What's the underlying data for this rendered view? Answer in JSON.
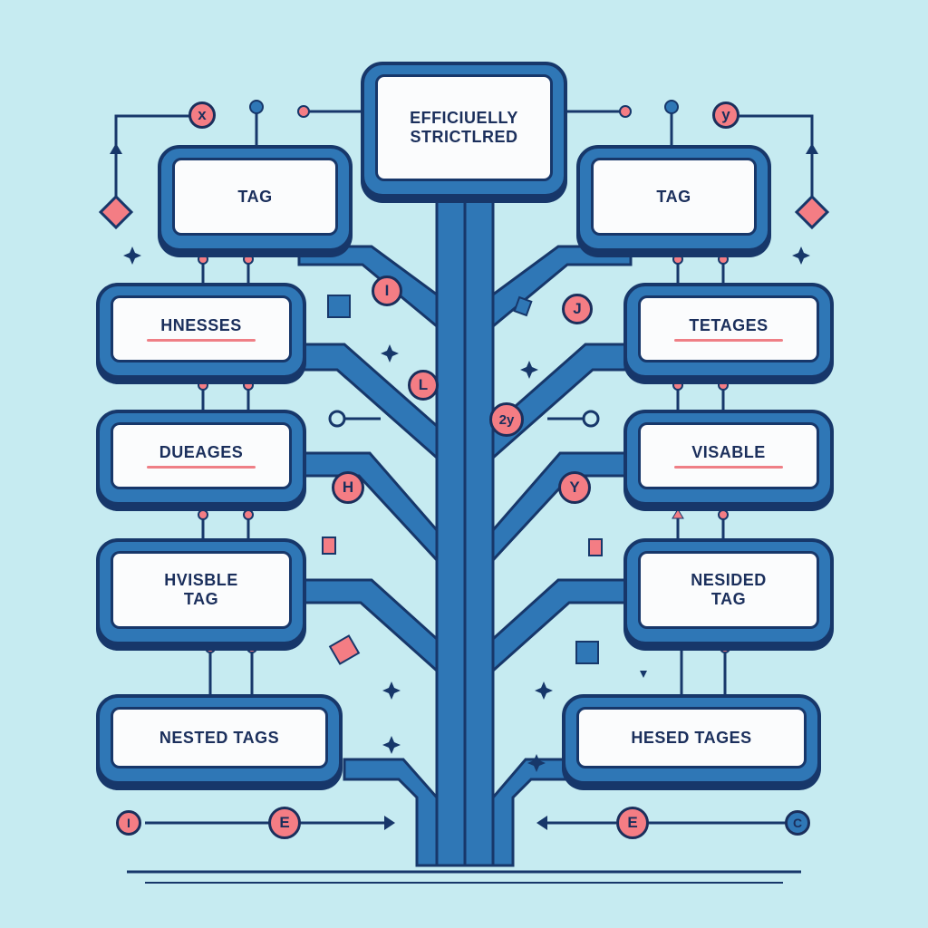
{
  "diagram": {
    "title": {
      "line1": "EFFICIUELLY",
      "line2": "STRICTLRED"
    },
    "left_nodes": [
      {
        "label": "TAG"
      },
      {
        "label": "HNESSES"
      },
      {
        "label": "DUEAGES"
      },
      {
        "label": "HVISBLE\nTAG"
      },
      {
        "label": "NESTED TAGS"
      }
    ],
    "right_nodes": [
      {
        "label": "TAG"
      },
      {
        "label": "TETAGES"
      },
      {
        "label": "VISABLE"
      },
      {
        "label": "NESIDED\nTAG"
      },
      {
        "label": "HESED TAGES"
      }
    ],
    "badges": {
      "top_left": "x",
      "top_right": "y",
      "mid_left_1": "I",
      "mid_right_1": "J",
      "mid_left_2": "L",
      "mid_right_2": "2y",
      "mid_left_3": "H",
      "mid_right_3": "Y",
      "bottom_left_small": "I",
      "bottom_left": "E",
      "bottom_right": "E",
      "bottom_right_small": "C"
    },
    "colors": {
      "background": "#c6ebf1",
      "primary": "#2f77b6",
      "dark": "#17376a",
      "accent": "#f47d84",
      "card": "#fbfcfd"
    }
  }
}
